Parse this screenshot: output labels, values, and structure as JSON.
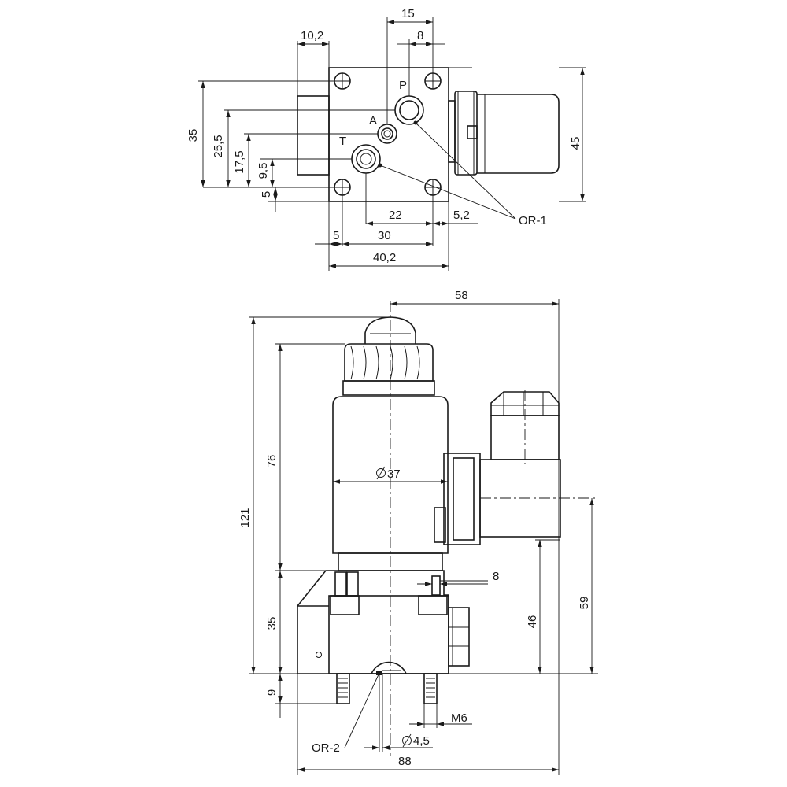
{
  "top_view": {
    "port_labels": {
      "p": "P",
      "a": "A",
      "t": "T"
    },
    "oring_callout": "OR-1",
    "dims": {
      "w15": "15",
      "w8": "8",
      "w10_2": "10,2",
      "h35": "35",
      "h25_5": "25,5",
      "h17_5": "17,5",
      "h9_5": "9,5",
      "h5": "5",
      "h45": "45",
      "w22": "22",
      "w5_2": "5,2",
      "w5": "5",
      "w30": "30",
      "w40_2": "40,2"
    }
  },
  "side_view": {
    "oring_callout": "OR-2",
    "dims": {
      "w58": "58",
      "h121": "121",
      "h76": "76",
      "dia37": "37",
      "h35": "35",
      "h9": "9",
      "w8": "8",
      "h46": "46",
      "h59": "59",
      "thread": "M6",
      "dia4_5": "4,5",
      "w88": "88"
    }
  }
}
